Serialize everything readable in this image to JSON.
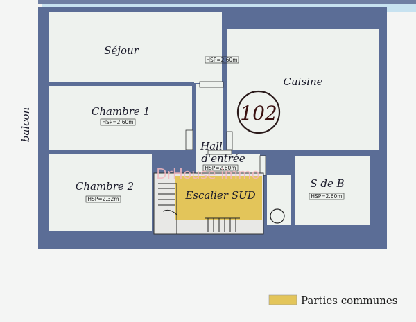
{
  "apartment_number": "102",
  "rooms": {
    "sejour": {
      "name": "Séjour",
      "hsp": "HSP=2.60m"
    },
    "cuisine": {
      "name": "Cuisine"
    },
    "chambre1": {
      "name": "Chambre  1",
      "hsp": "HSP=2.60m"
    },
    "chambre2": {
      "name": "Chambre  2",
      "hsp": "HSP=2.32m"
    },
    "hall": {
      "name_line1": "Hall",
      "name_line2": "d'entrée",
      "hsp": "HSP=2.60m"
    },
    "sdb": {
      "name": "S de B",
      "hsp": "HSP=2.60m"
    },
    "escalier": {
      "name": "Escalier SUD"
    },
    "balcon": {
      "name": "balcon"
    }
  },
  "watermark": "DrHouse immo",
  "legend": {
    "label": "Parties communes"
  },
  "colors": {
    "wall": "#5b6d96",
    "room_fill": "#eef2ee",
    "common_area": "#e3c55a",
    "balcony_outside": "#c7e2f0"
  }
}
